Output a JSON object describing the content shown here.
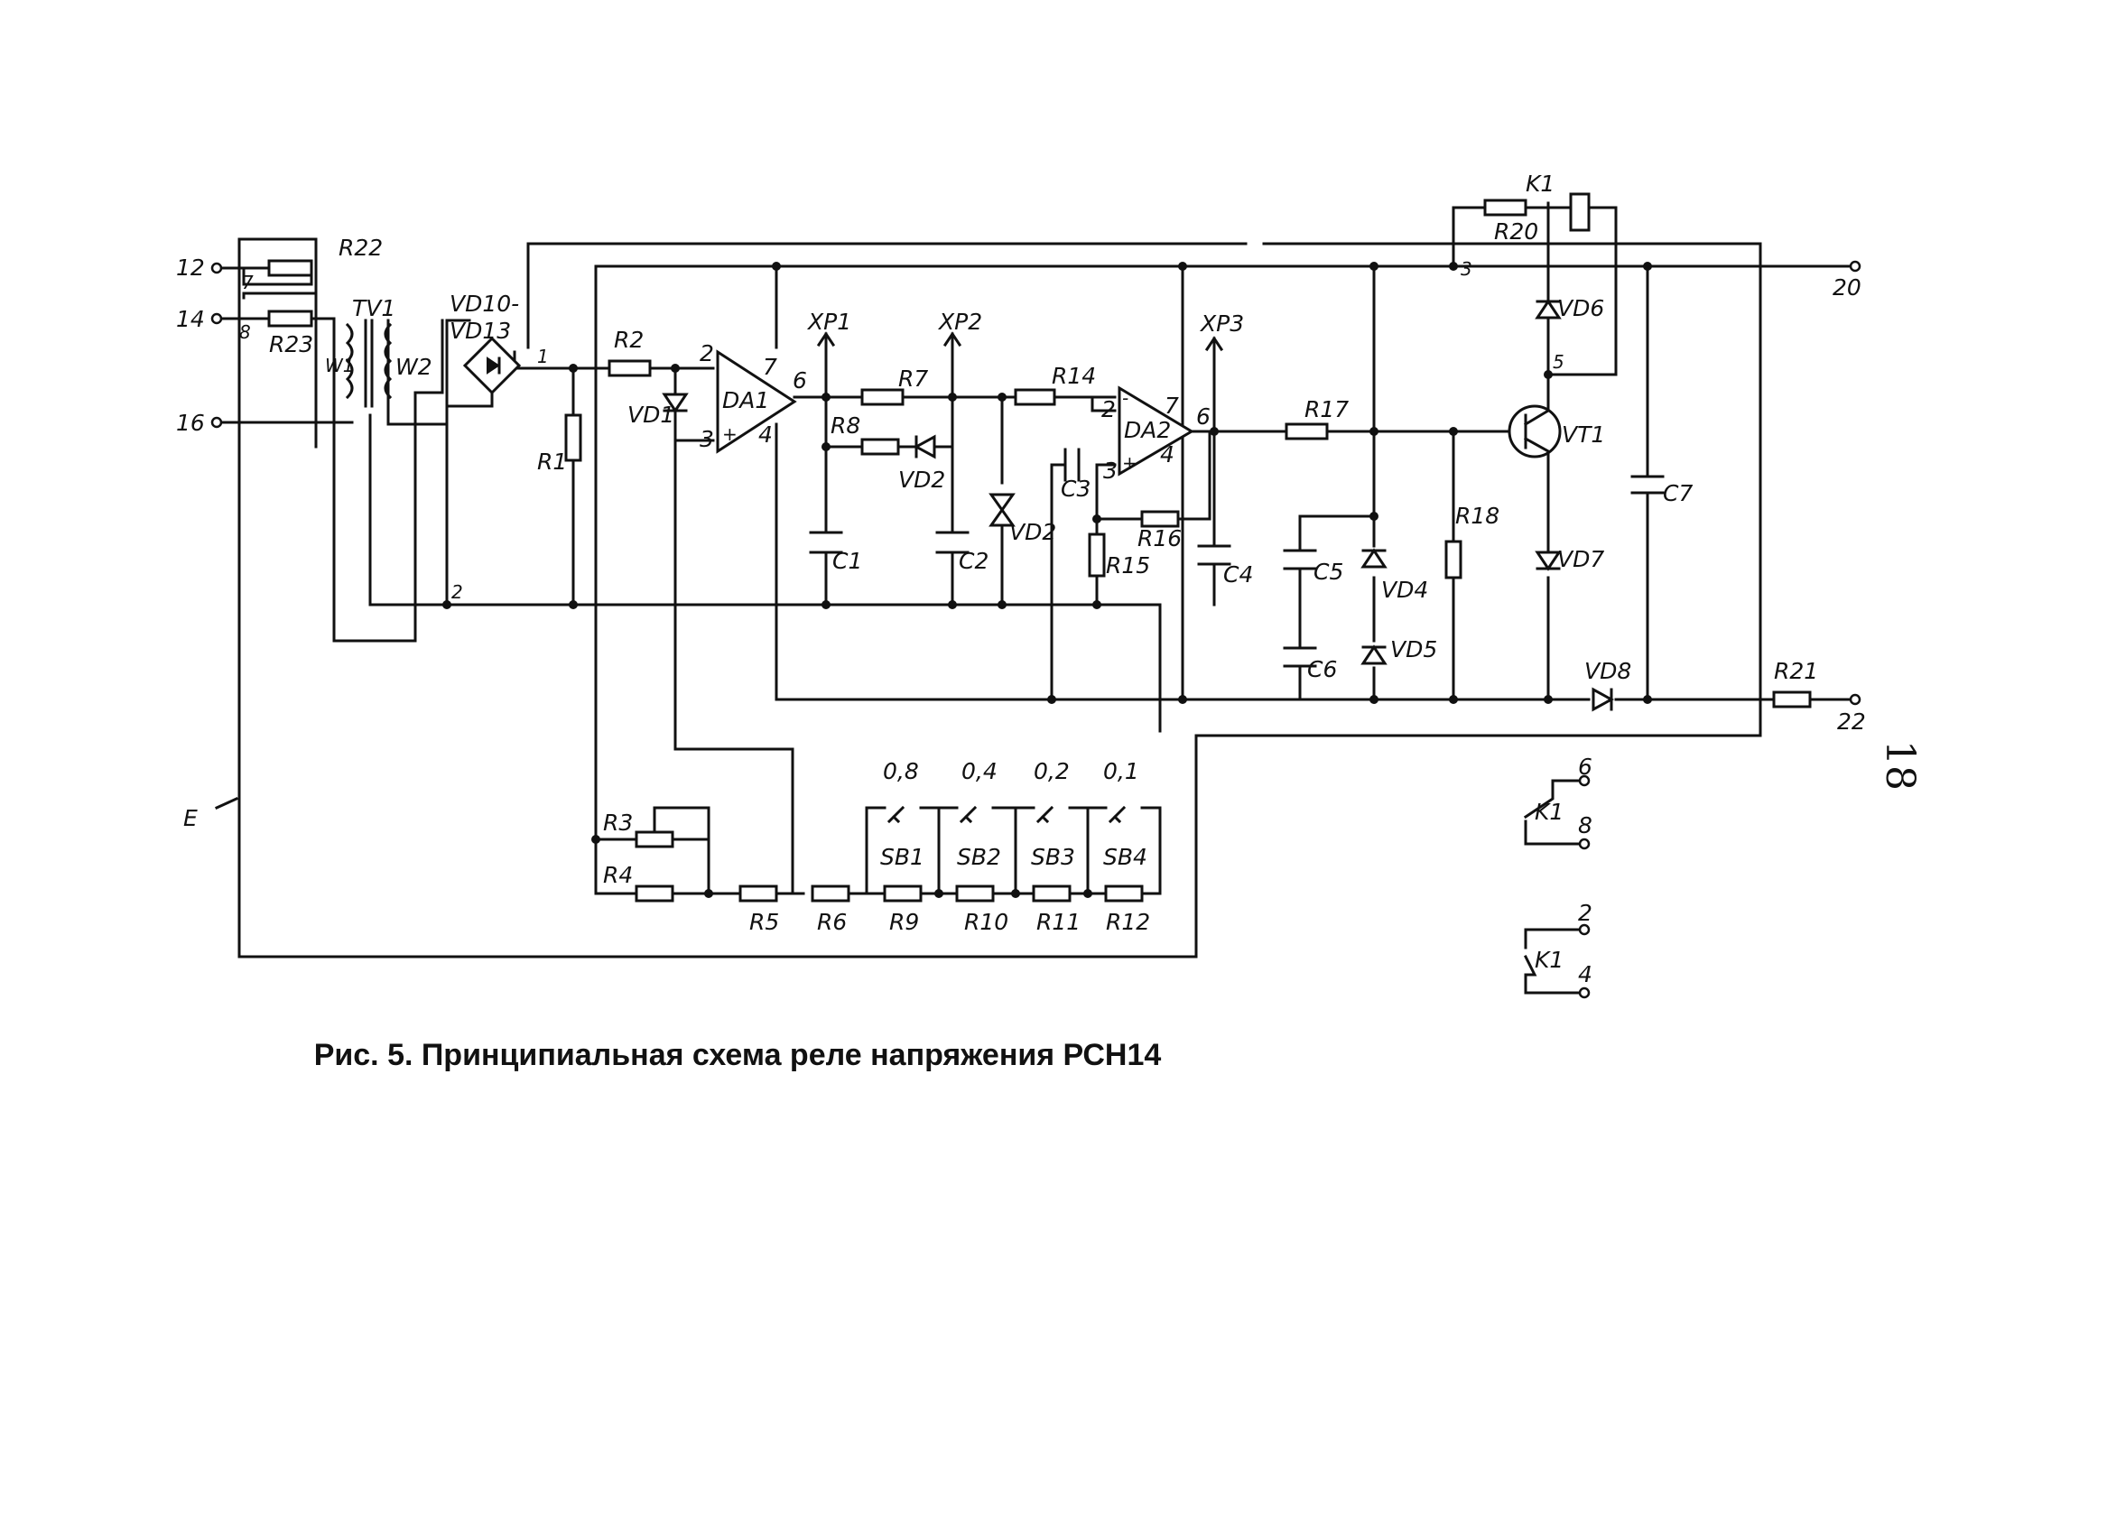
{
  "caption": "Рис. 5. Принципиальная схема реле напряжения РСН14",
  "page_number": "18",
  "diagram": {
    "terminals": [
      "12",
      "14",
      "16",
      "20",
      "22",
      "6",
      "8",
      "2",
      "4"
    ],
    "components": {
      "r1": "R1",
      "r2": "R2",
      "r3": "R3",
      "r4": "R4",
      "r5": "R5",
      "r6": "R6",
      "r7": "R7",
      "r8": "R8",
      "r9": "R9",
      "r10": "R10",
      "r11": "R11",
      "r12": "R12",
      "r14": "R14",
      "r15": "R15",
      "r16": "R16",
      "r17": "R17",
      "r18": "R18",
      "r20": "R20",
      "r21": "R21",
      "r22": "R22",
      "r23": "R23",
      "c1": "C1",
      "c2": "C2",
      "c3": "C3",
      "c4": "C4",
      "c5": "C5",
      "c6": "C6",
      "c7": "C7",
      "vd1": "VD1",
      "vd2a": "VD2",
      "vd2b": "VD2",
      "vd4": "VD4",
      "vd5": "VD5",
      "vd6": "VD6",
      "vd7": "VD7",
      "vd8": "VD8",
      "vd10": "VD10-",
      "vd13": "VD13",
      "vt1": "VT1",
      "tv1": "TV1",
      "w1": "W1",
      "w2": "W2",
      "da1": "DA1",
      "da2": "DA2",
      "k1": "K1",
      "xp1": "XP1",
      "xp2": "XP2",
      "xp3": "XP3",
      "sb1": "SB1",
      "sb2": "SB2",
      "sb3": "SB3",
      "sb4": "SB4",
      "e": "E"
    },
    "setting_values": [
      "0,8",
      "0,4",
      "0,2",
      "0,1"
    ],
    "pin_numbers": {
      "t7": "7",
      "t8": "8",
      "n1": "1",
      "n2": "2",
      "n3": "3",
      "n5": "5",
      "da1_in_neg": "2",
      "da1_in_pos": "3",
      "da1_out": "6",
      "da1_v7": "7",
      "da1_v4": "4",
      "da2_in_neg": "2",
      "da2_in_pos": "3",
      "da2_out": "6",
      "da2_v7": "7",
      "da2_v4": "4",
      "minus": "-",
      "plus": "+"
    }
  }
}
